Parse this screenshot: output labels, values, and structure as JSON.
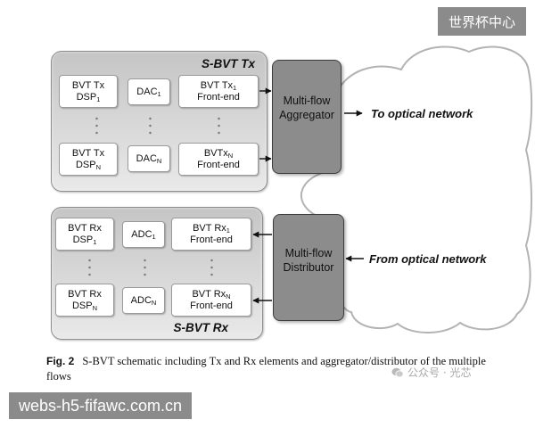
{
  "watermarks": {
    "top_right": "世界杯中心",
    "bottom_left": "webs-h5-fifawc.com.cn",
    "bottom_right": "公众号 · 光芯",
    "bottom_right_icon": "wechat-icon"
  },
  "tx": {
    "title": "S-BVT Tx",
    "rows": [
      {
        "dsp": {
          "line1": "BVT Tx",
          "line2": "DSP",
          "sub": "1"
        },
        "converter": {
          "label": "DAC",
          "sub": "1"
        },
        "frontend": {
          "line1": "BVT Tx",
          "sub": "1",
          "line2": "Front-end"
        }
      },
      {
        "dsp": {
          "line1": "BVT Tx",
          "line2": "DSP",
          "sub": "N"
        },
        "converter": {
          "label": "DAC",
          "sub": "N"
        },
        "frontend": {
          "line1": "BVTx",
          "sub": "N",
          "line2": "Front-end"
        }
      }
    ]
  },
  "aggregator": {
    "line1": "Multi-flow",
    "line2": "Aggregator"
  },
  "to_network": "To optical network",
  "rx": {
    "title": "S-BVT Rx",
    "rows": [
      {
        "dsp": {
          "line1": "BVT Rx",
          "line2": "DSP",
          "sub": "1"
        },
        "converter": {
          "label": "ADC",
          "sub": "1"
        },
        "frontend": {
          "line1": "BVT Rx",
          "sub": "1",
          "line2": "Front-end"
        }
      },
      {
        "dsp": {
          "line1": "BVT Rx",
          "line2": "DSP",
          "sub": "N"
        },
        "converter": {
          "label": "ADC",
          "sub": "N"
        },
        "frontend": {
          "line1": "BVT Rx",
          "sub": "N",
          "line2": "Front-end"
        }
      }
    ]
  },
  "distributor": {
    "line1": "Multi-flow",
    "line2": "Distributor"
  },
  "from_network": "From optical network",
  "caption": {
    "label": "Fig. 2",
    "text": "S-BVT schematic including Tx and Rx elements and aggregator/distributor of the multiple flows"
  },
  "colors": {
    "panel_top": "#c5c5c5",
    "panel_bottom": "#e9e9e9",
    "flow_box": "#8c8c8c",
    "cloud_stroke": "#b3b3b3",
    "watermark_bg": "#8b8b8b"
  }
}
